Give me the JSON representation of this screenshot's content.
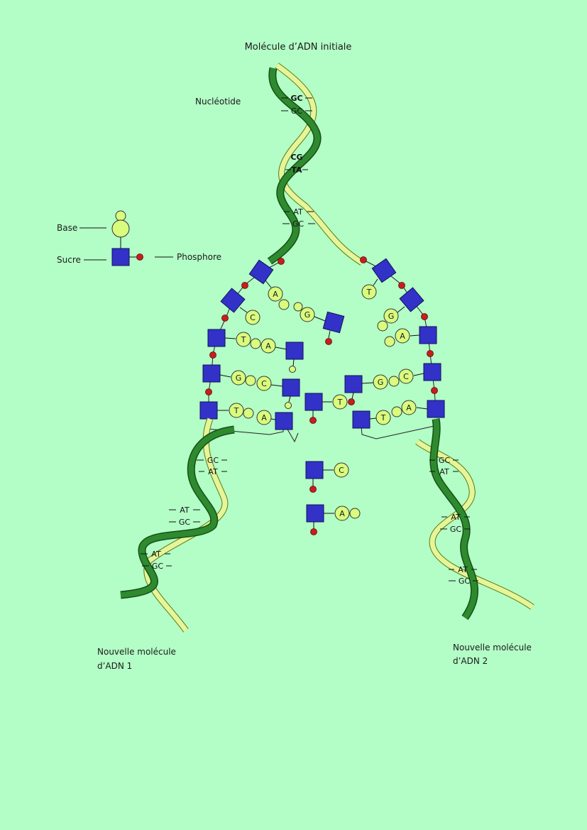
{
  "title": "Molécule d’ADN initiale",
  "labels": {
    "nucleotide": "Nucléotide",
    "base": "Base",
    "sucre": "Sucre",
    "phosphore": "Phosphore",
    "new1_line1": "Nouvelle molécule",
    "new1_line2": "d’ADN 1",
    "new2_line1": "Nouvelle molécule",
    "new2_line2": "d’ADN 2"
  },
  "top_pairs": [
    "GC",
    "GC",
    "CG",
    "TA",
    "AT",
    "GC"
  ],
  "left_pairs": [
    "GC",
    "AT",
    "AT",
    "GC",
    "AT",
    "GC"
  ],
  "right_pairs": [
    "GC",
    "AT",
    "AT",
    "GC",
    "AT",
    "GC"
  ],
  "left_template_bases": [
    "A",
    "C",
    "T",
    "G",
    "T"
  ],
  "left_new_bases": [
    "G",
    "A",
    "C",
    "A"
  ],
  "right_template_bases": [
    "T",
    "G",
    "A",
    "C",
    "A"
  ],
  "right_new_bases": [
    "G",
    "T"
  ],
  "free_nucleotides": [
    "T",
    "C",
    "A"
  ],
  "colors": {
    "background": "#b3fdc6",
    "sugar": "#3232c8",
    "base": "#d9fb7e",
    "phosphate": "#c81e1e",
    "strand_dark": "#2e8a2e",
    "strand_light": "#e6f59a"
  }
}
